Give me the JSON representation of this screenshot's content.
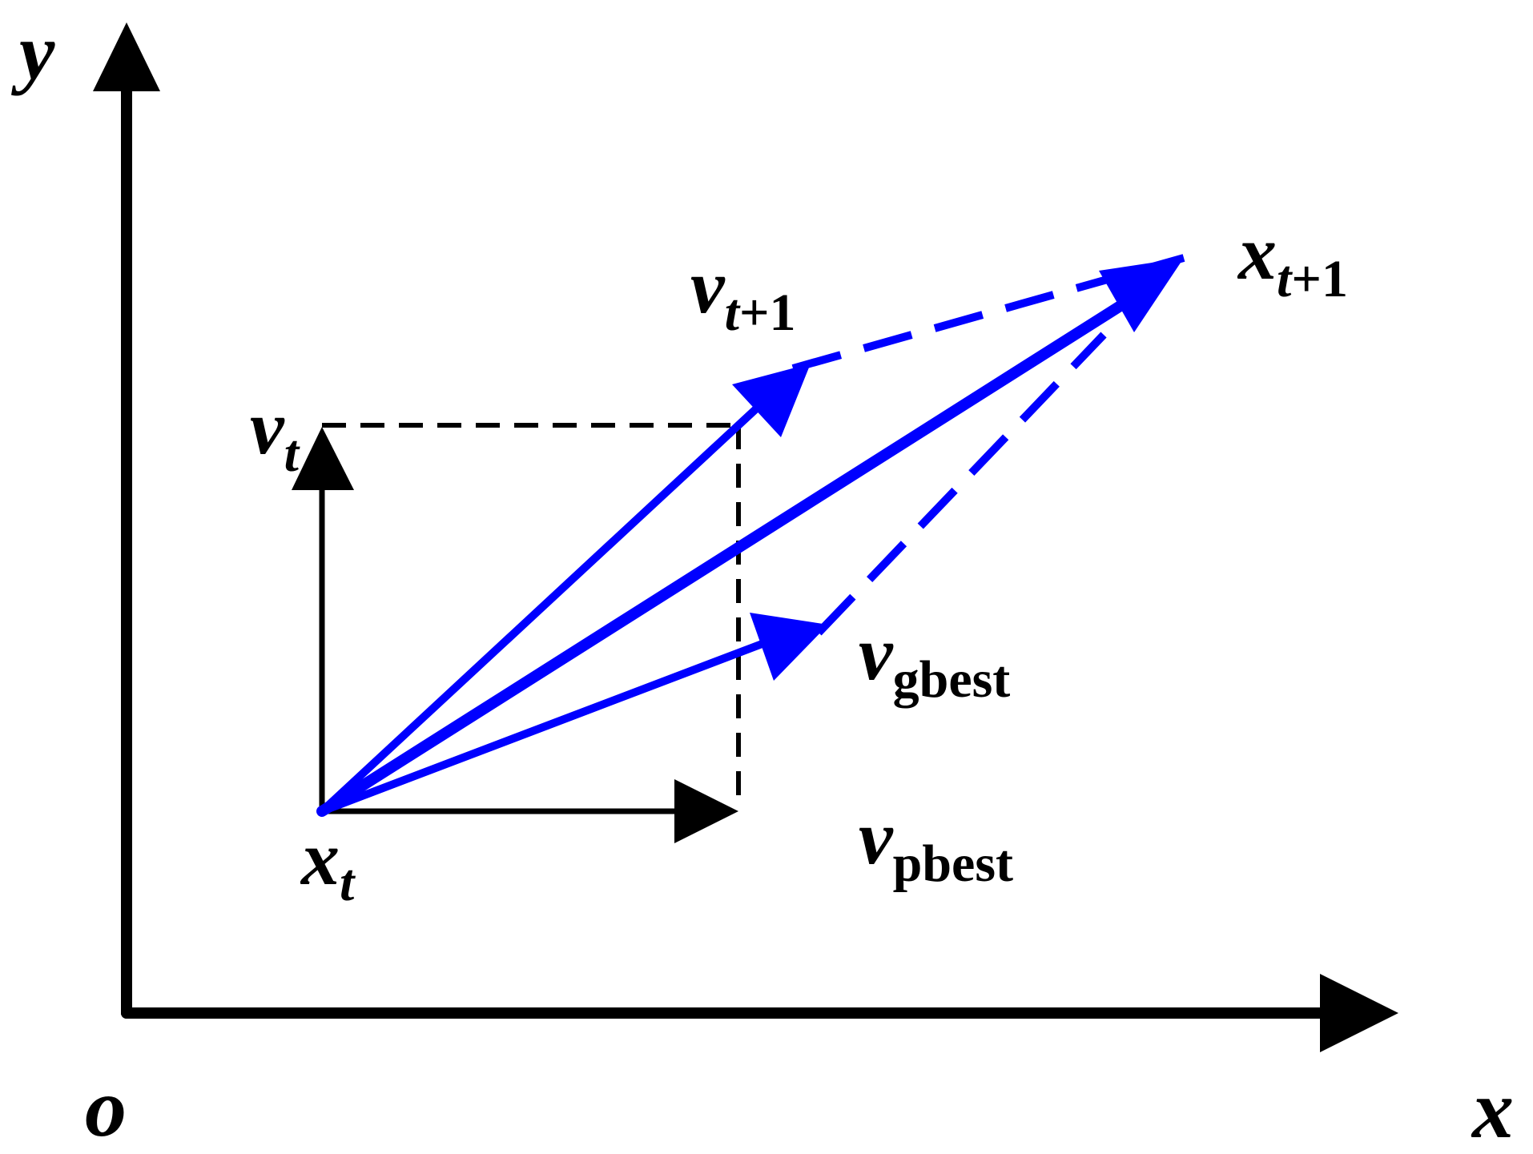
{
  "colors": {
    "axis": "#000000",
    "vector": "#0000ff",
    "background": "#ffffff"
  },
  "labels": {
    "y_axis": "y",
    "x_axis": "x",
    "origin": "o",
    "x_t_main": "x",
    "x_t_sub": "t",
    "v_t_main": "v",
    "v_t_sub": "t",
    "v_t1_main": "v",
    "v_t1_sub_t": "t",
    "v_t1_sub_rest": "+1",
    "x_t1_main": "x",
    "x_t1_sub_t": "t",
    "x_t1_sub_rest": "+1",
    "v_gbest_main": "v",
    "v_gbest_sub": "gbest",
    "v_pbest_main": "v",
    "v_pbest_sub": "pbest"
  }
}
